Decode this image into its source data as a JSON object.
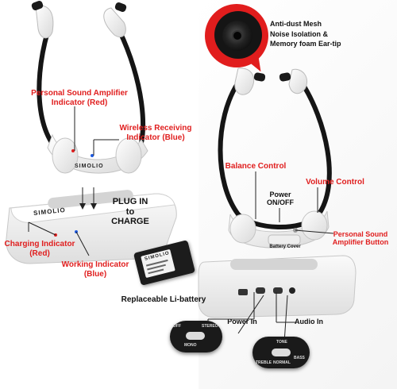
{
  "left_labels": {
    "sound_amp_line1": "Personal Sound Amplifier",
    "sound_amp_line2": "Indicator (Red)",
    "wireless_line1": "Wireless Receiving",
    "wireless_line2": "Indicator (Blue)",
    "plug_line1": "PLUG IN",
    "plug_line2": "to",
    "plug_line3": "CHARGE",
    "charging_line1": "Charging Indicator",
    "charging_line2": "(Red)",
    "working_line1": "Working Indicator",
    "working_line2": "(Blue)",
    "brand_headset": "SIMOLIO",
    "brand_base": "SIMOLIO"
  },
  "center_labels": {
    "battery": "Replaceable Li-battery",
    "battery_brand": "SIMOLIO"
  },
  "right_labels": {
    "mesh_line1": "Anti-dust Mesh",
    "mesh_line2": "Noise Isolation &",
    "mesh_line3": "Memory foam Ear-tip",
    "balance": "Balance Control",
    "volume": "Volume Control",
    "power_line1": "Power",
    "power_line2": "ON/OFF",
    "amp_button_line1": "Personal Sound",
    "amp_button_line2": "Amplifier Button",
    "battery_cover": "Battery Cover",
    "power_in": "Power In",
    "audio_in": "Audio In"
  },
  "zoom_switch_left": {
    "off": "OFF",
    "mono": "MONO",
    "stereo": "STEREO"
  },
  "zoom_switch_right": {
    "tone": "TONE",
    "treble": "TREBLE",
    "normal": "NORMAL",
    "bass": "BASS"
  },
  "colors": {
    "label_red": "#e01e1e",
    "label_black": "#111111",
    "bubble_red": "#e11d1d",
    "device_white": "#f4f4f4",
    "headband_black": "#151515"
  }
}
